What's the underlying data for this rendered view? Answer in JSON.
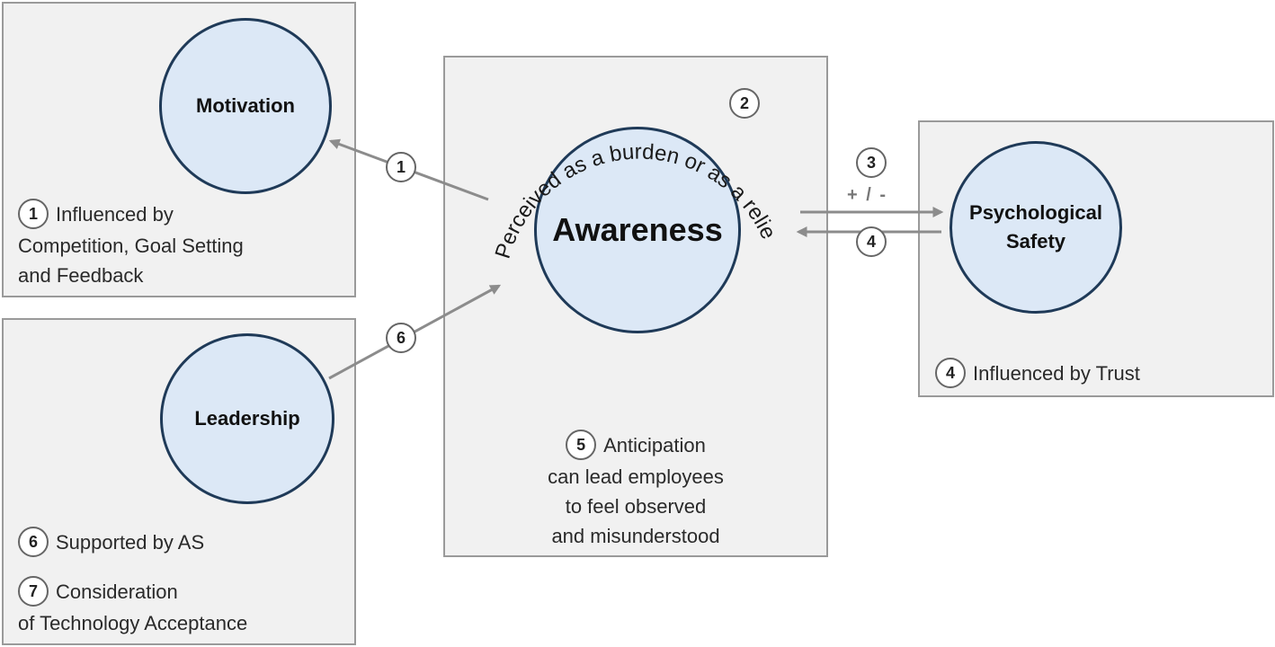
{
  "concepts": {
    "motivation": "Motivation",
    "leadership": "Leadership",
    "awareness": "Awareness",
    "psychological_safety_line1": "Psychological",
    "psychological_safety_line2": "Safety"
  },
  "arc_text": "Perceived as a burden or as a relief",
  "relation_sign": "+ / -",
  "badges": {
    "b1": "1",
    "b2": "2",
    "b3": "3",
    "b4": "4",
    "b5": "5",
    "b6": "6",
    "b7": "7"
  },
  "notes": {
    "motivation_line1": "Influenced by",
    "motivation_line2": "Competition, Goal Setting",
    "motivation_line3": "and Feedback",
    "leadership_supported": "Supported by AS",
    "leadership_consideration_line1": "Consideration",
    "leadership_consideration_line2": "of Technology Acceptance",
    "safety_trust": "Influenced by Trust",
    "awareness_line1": "Anticipation",
    "awareness_line2": "can lead employees",
    "awareness_line3": "to feel observed",
    "awareness_line4": "and misunderstood"
  },
  "colors": {
    "panel_fill": "#f1f1f1",
    "panel_border": "#9a9a9a",
    "circle_fill": "#dce8f6",
    "circle_border": "#1f3a58",
    "arrow": "#8c8c8c"
  }
}
